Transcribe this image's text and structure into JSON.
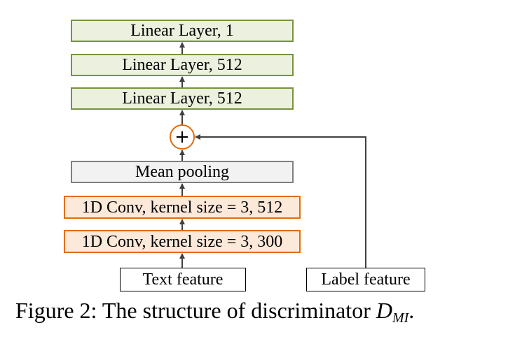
{
  "diagram": {
    "nodes": {
      "linear_1": "Linear Layer, 1",
      "linear_512_top": "Linear Layer, 512",
      "linear_512_bottom": "Linear Layer, 512",
      "sum": "+",
      "mean_pooling": "Mean pooling",
      "conv_512": "1D Conv, kernel size = 3, 512",
      "conv_300": "1D Conv, kernel size = 3, 300",
      "text_feature": "Text feature",
      "label_feature": "Label feature"
    },
    "colors": {
      "linear_fill": "#ebf1de",
      "linear_border": "#77933c",
      "pooling_fill": "#f2f2f2",
      "pooling_border": "#808080",
      "conv_fill": "#fde9d9",
      "conv_border": "#e46c0a",
      "arrow": "#404040"
    }
  },
  "caption": {
    "prefix": "Figure 2: The structure of discriminator ",
    "symbol": "D",
    "subscript": "MI",
    "suffix": "."
  }
}
